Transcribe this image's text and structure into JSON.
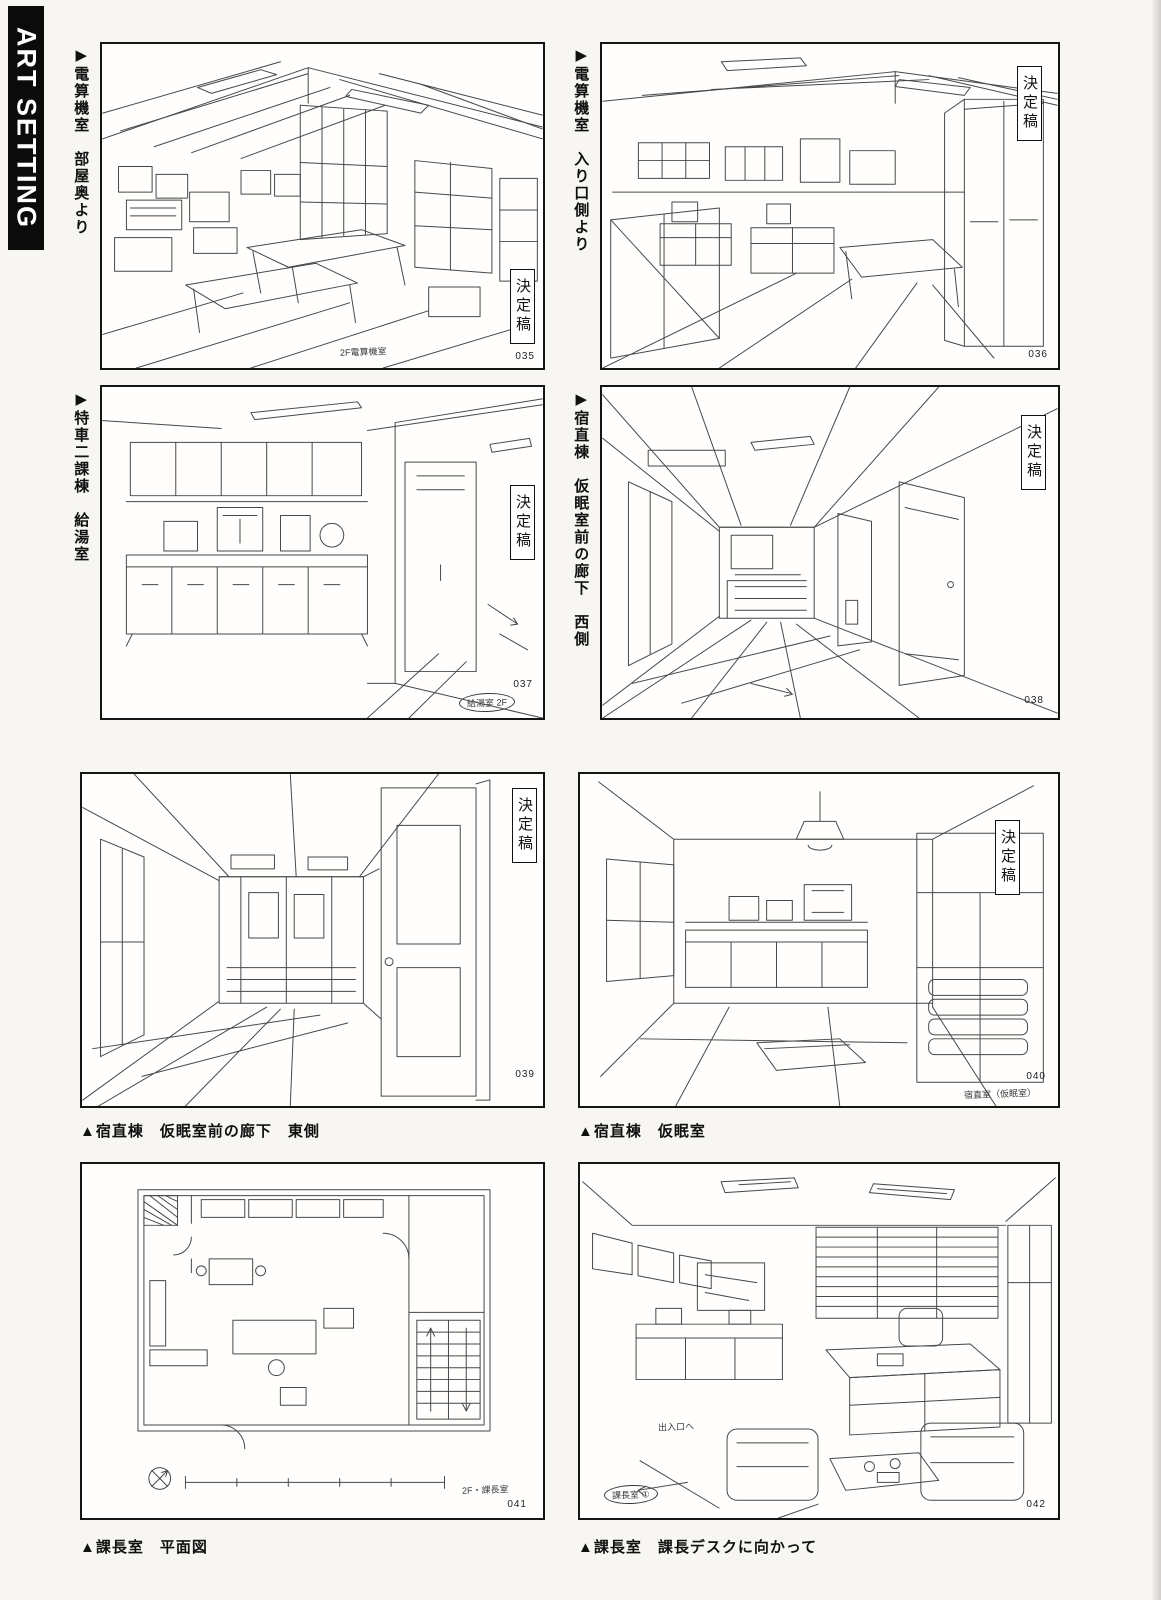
{
  "page": {
    "sidebar_title": "ART SETTING"
  },
  "stamp_label": "決定稿",
  "panels": [
    {
      "number": "035",
      "caption": "▶電算機室　部屋奥より",
      "note": "2F電算機室"
    },
    {
      "number": "036",
      "caption": "▶電算機室　入り口側より"
    },
    {
      "number": "037",
      "caption": "▶特車二課棟　給湯室",
      "note": "給湯室 2F"
    },
    {
      "number": "038",
      "caption": "▶宿直棟　仮眠室前の廊下　西側"
    },
    {
      "number": "039",
      "caption": "▲宿直棟　仮眠室前の廊下　東側"
    },
    {
      "number": "040",
      "caption": "▲宿直棟　仮眠室",
      "note": "宿直室（仮眠室）"
    },
    {
      "number": "041",
      "caption": "▲課長室　平面図",
      "note": "2F・課長室"
    },
    {
      "number": "042",
      "caption": "▲課長室　課長デスクに向かって",
      "note": "課長室 ①",
      "note2": "出入口へ"
    }
  ]
}
